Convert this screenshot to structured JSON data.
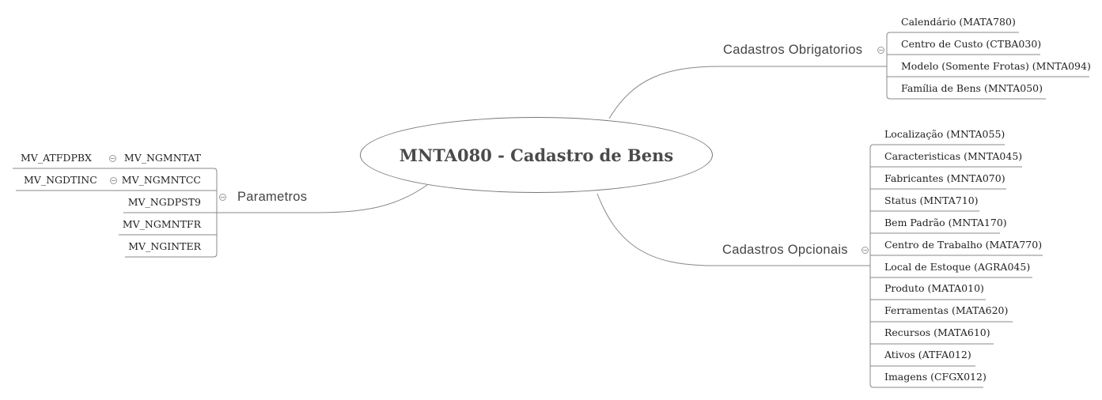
{
  "central": {
    "title": "MNTA080 - Cadastro de Bens"
  },
  "obrigatorios": {
    "label": "Cadastros Obrigatorios",
    "items": [
      "Calendário (MATA780)",
      "Centro de Custo (CTBA030)",
      "Modelo (Somente Frotas) (MNTA094)",
      "Família de Bens (MNTA050)"
    ]
  },
  "opcionais": {
    "label": "Cadastros Opcionais",
    "items": [
      "Localização (MNTA055)",
      "Caracteristicas (MNTA045)",
      "Fabricantes (MNTA070)",
      "Status (MNTA710)",
      "Bem Padrão (MNTA170)",
      "Centro de Trabalho (MATA770)",
      "Local de Estoque (AGRA045)",
      "Produto (MATA010)",
      "Ferramentas (MATA620)",
      "Recursos (MATA610)",
      "Ativos (ATFA012)",
      "Imagens (CFGX012)"
    ]
  },
  "parametros": {
    "label": "Parametros",
    "items": [
      "MV_NGMNTAT",
      "MV_NGMNTCC",
      "MV_NGDPST9",
      "MV_NGMNTFR",
      "MV_NGINTER"
    ],
    "children": {
      "MV_NGMNTAT": "MV_ATFDPBX",
      "MV_NGMNTCC": "MV_NGDTINC"
    }
  }
}
